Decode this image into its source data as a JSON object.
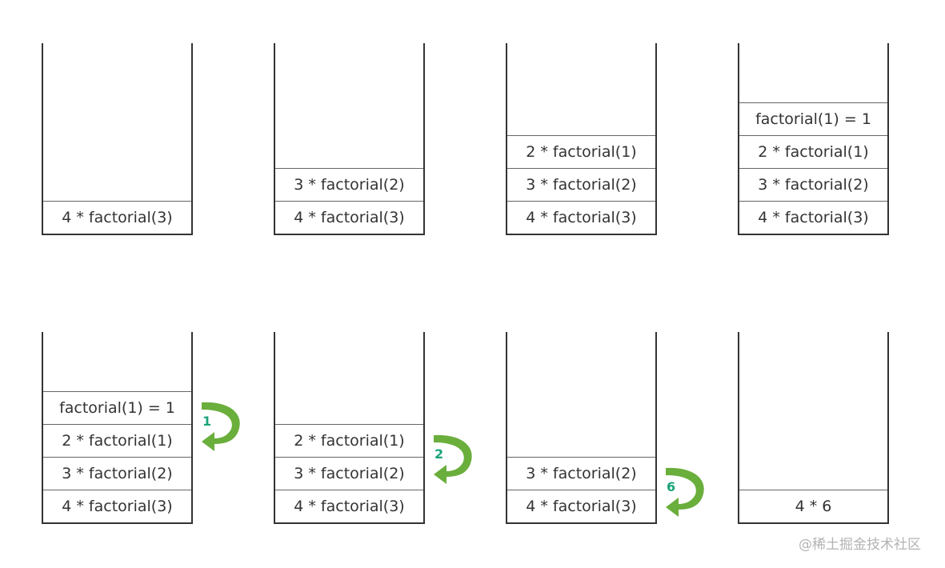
{
  "stacks": [
    {
      "frames": [
        "4 * factorial(3)"
      ]
    },
    {
      "frames": [
        "3 * factorial(2)",
        "4 * factorial(3)"
      ]
    },
    {
      "frames": [
        "2 * factorial(1)",
        "3 * factorial(2)",
        "4 * factorial(3)"
      ]
    },
    {
      "frames": [
        "factorial(1) = 1",
        "2 * factorial(1)",
        "3 * factorial(2)",
        "4 * factorial(3)"
      ]
    },
    {
      "frames": [
        "factorial(1) = 1",
        "2 * factorial(1)",
        "3 * factorial(2)",
        "4 * factorial(3)"
      ],
      "return_value": "1"
    },
    {
      "frames": [
        "2 * factorial(1)",
        "3 * factorial(2)",
        "4 * factorial(3)"
      ],
      "return_value": "2"
    },
    {
      "frames": [
        "3 * factorial(2)",
        "4 * factorial(3)"
      ],
      "return_value": "6"
    },
    {
      "frames": [
        "4 * 6"
      ]
    }
  ],
  "colors": {
    "arrow": "#6aae3c",
    "return_value": "#1aa37a",
    "stack_border": "#333333"
  },
  "watermark": "@稀土掘金技术社区"
}
